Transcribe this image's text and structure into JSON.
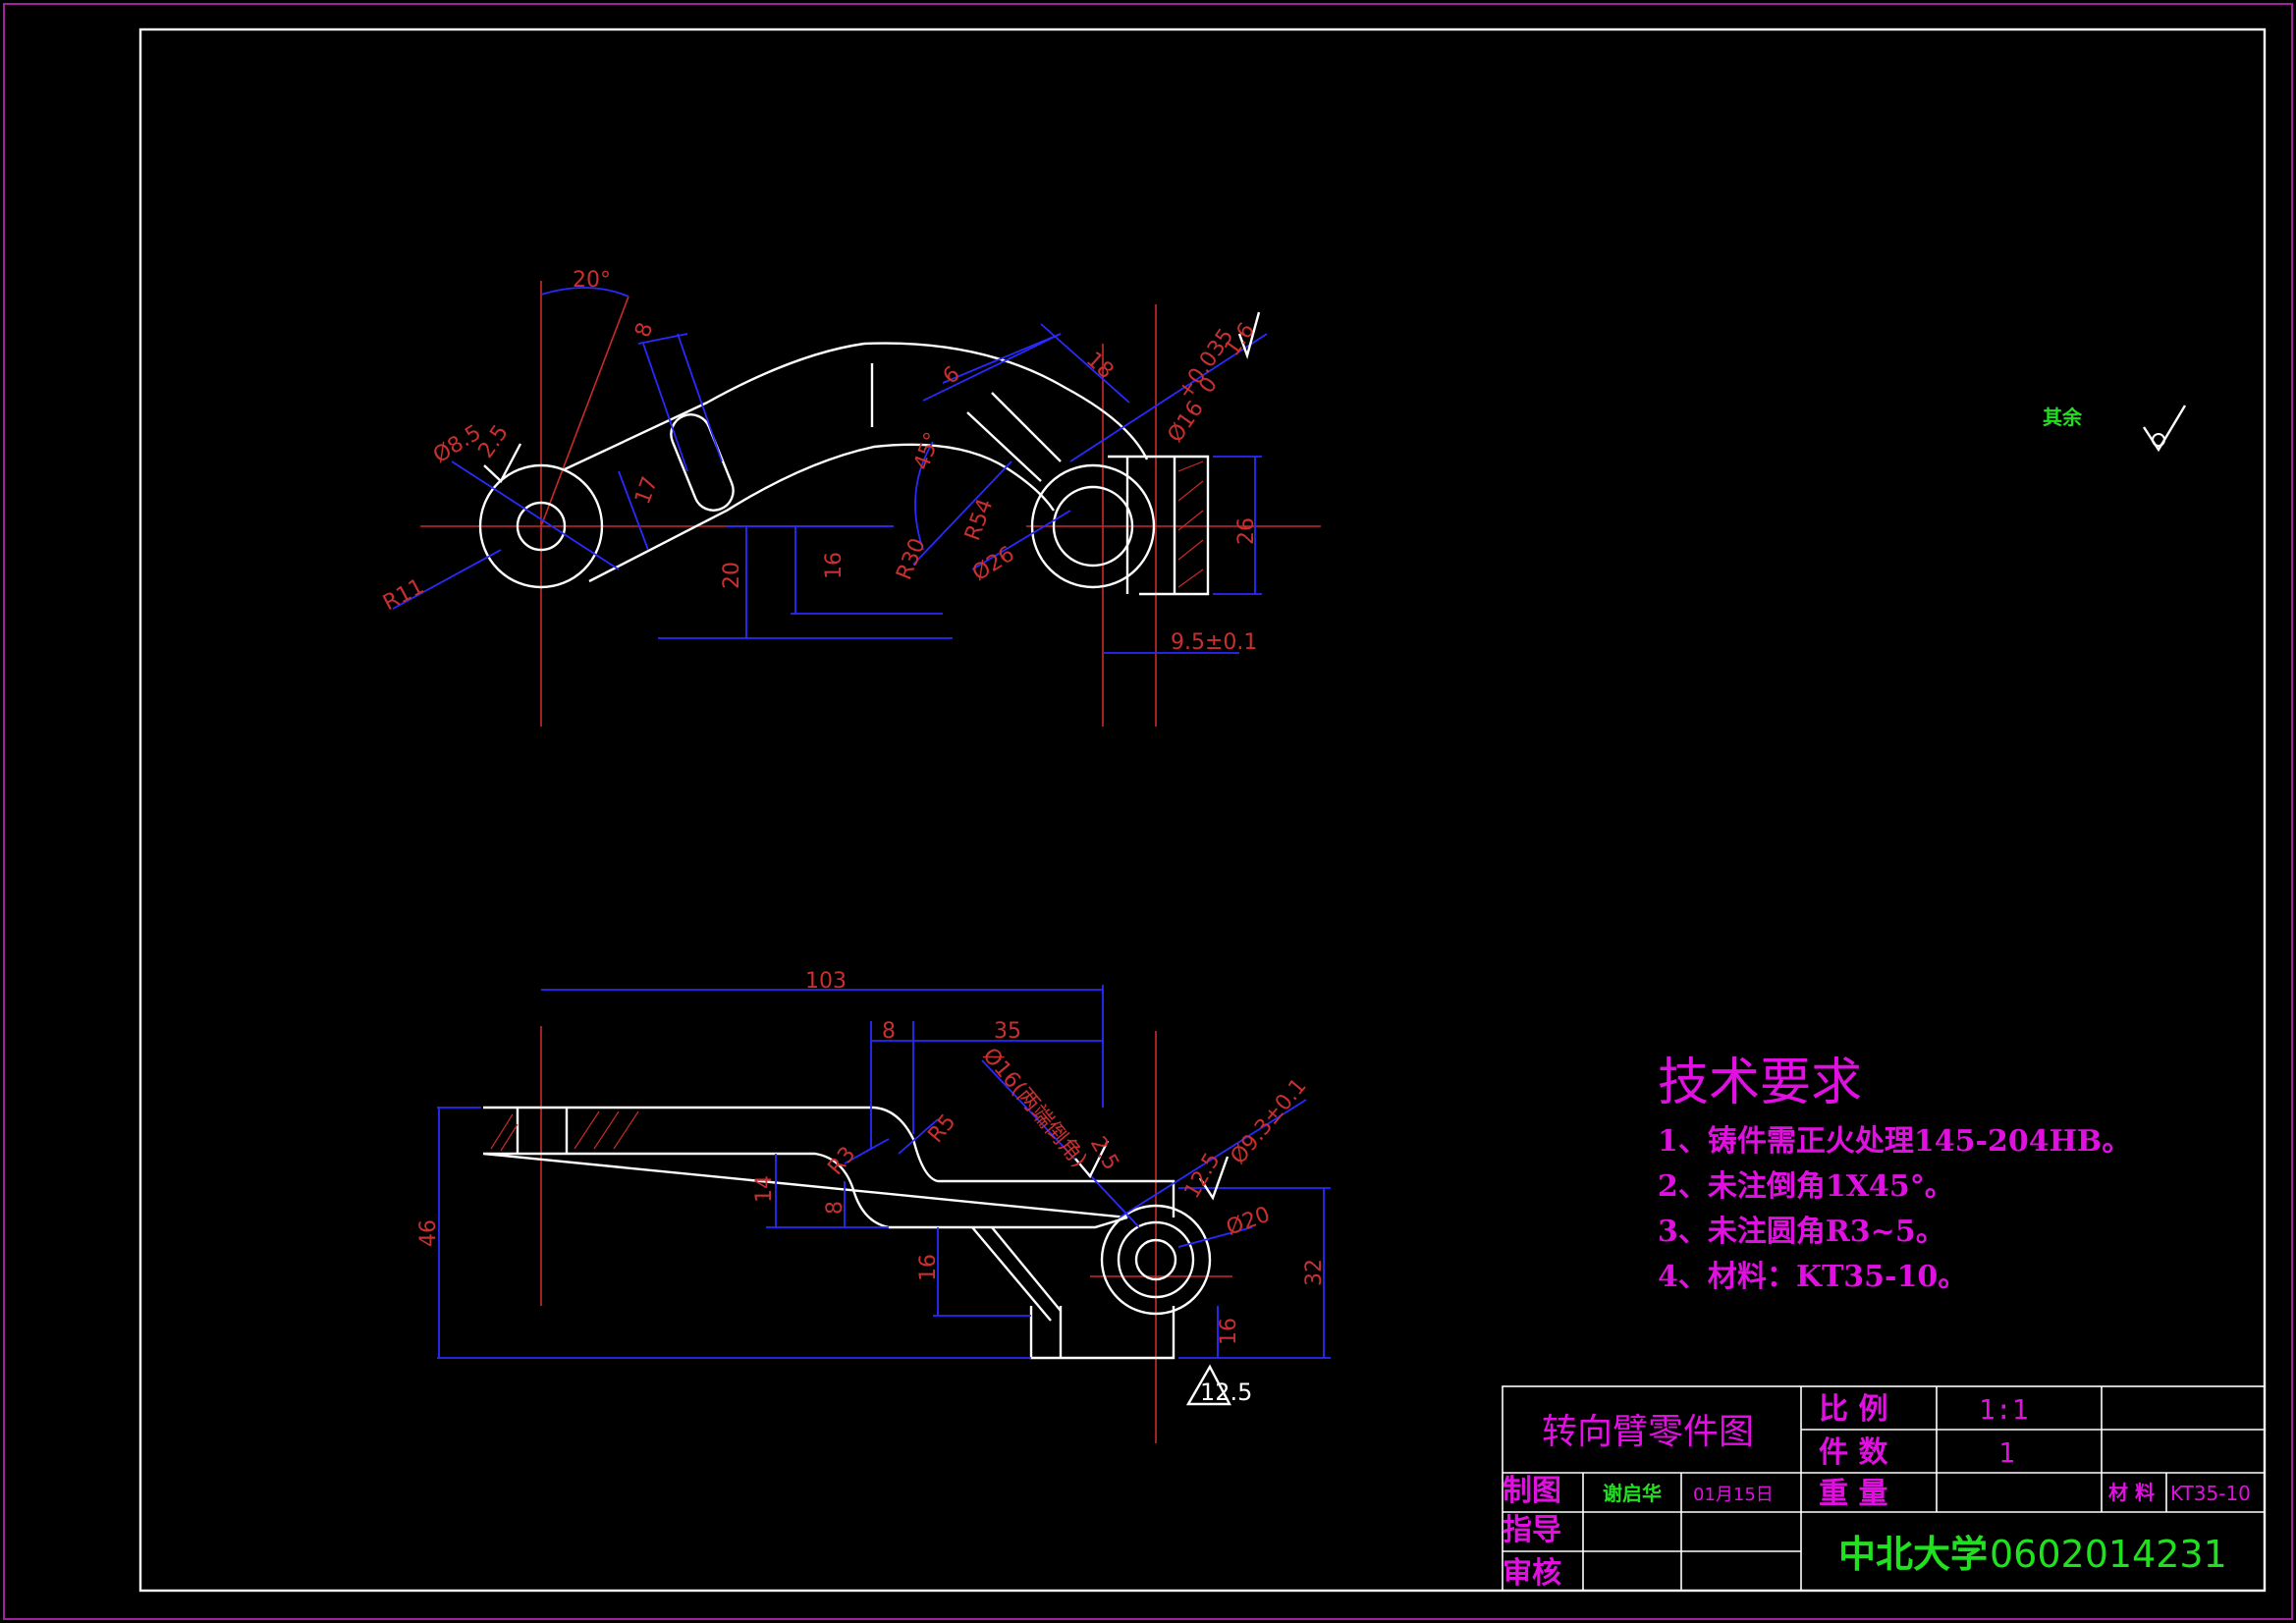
{
  "drawing": {
    "title": "转向臂零件图",
    "ratio_label": "比 例",
    "ratio_value": "1:1",
    "count_label": "件 数",
    "count_value": "1",
    "weight_label": "重 量",
    "material_label": "材 料",
    "material_value": "KT35-10",
    "drawn_label": "制图",
    "drawn_name": "谢启华",
    "drawn_date": "01月15日",
    "guide_label": "指导",
    "review_label": "审核",
    "school": "中北大学",
    "student_id": "0602014231"
  },
  "roughness_note": {
    "label": "其余"
  },
  "tech_requirements": {
    "heading": "技术要求",
    "items": [
      "1、铸件需正火处理145-204HB。",
      "2、未注倒角1X45°。",
      "3、未注圆角R3~5。",
      "4、材料：KT35-10。"
    ]
  },
  "top_view_dims": {
    "angle_20": "20°",
    "d8": "8",
    "d8_5": "Ø8.5",
    "r2_5": "2.5",
    "r11": "R11",
    "d17": "17",
    "d20": "20",
    "d16": "16",
    "d6": "6",
    "d18": "18",
    "angle_45": "45°",
    "r54": "R54",
    "r30": "R30",
    "d26": "Ø26",
    "d16_tol": "Ø16 +0.035 0",
    "d16_tol_main": "Ø16",
    "d16_tol_up": "+0.035",
    "d16_tol_low": "0",
    "rough_16": "1.6",
    "d26_right": "26",
    "d9_5": "9.5±0.1"
  },
  "front_view_dims": {
    "d103": "103",
    "d8": "8",
    "d35": "35",
    "d16_note": "Ø16(两端倒角)",
    "r5": "R5",
    "r3": "R3",
    "rough_2_5": "2.5",
    "rough_12_5a": "12.5",
    "rough_12_5b": "12.5",
    "d9_3": "Ø9.3±0.1",
    "d20": "Ø20",
    "d14": "14",
    "d8b": "8",
    "d46": "46",
    "d16a": "16",
    "d16b": "16",
    "d32": "32"
  },
  "colors": {
    "background": "#000000",
    "geometry": "#ffffff",
    "dimension": "#2a2aff",
    "centerline": "#c82a2a",
    "annotation": "#e010e0",
    "frame": "#ffffff",
    "green_text": "#20e020"
  }
}
